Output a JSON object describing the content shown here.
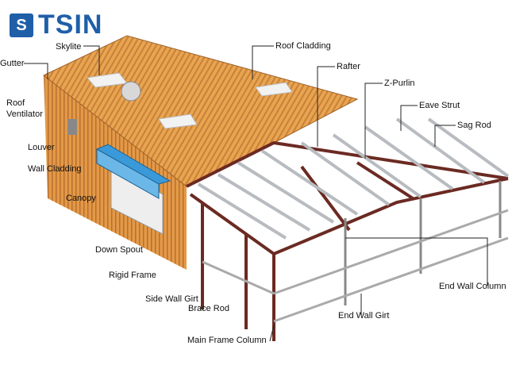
{
  "logo": {
    "text": "TSIN",
    "color": "#1f5fa8"
  },
  "colors": {
    "roof": "#e8a550",
    "frame": "#6b2a22",
    "purlin": "#b8bcc0",
    "canopy": "#3a9ad9"
  },
  "labels": {
    "skylite": "Skylite",
    "gutter": "Gutter",
    "roof_ventilator_1": "Roof",
    "roof_ventilator_2": "Ventilator",
    "louver": "Louver",
    "wall_cladding": "Wall Cladding",
    "canopy": "Canopy",
    "down_spout": "Down Spout",
    "rigid_frame": "Rigid Frame",
    "side_wall_girt": "Side Wall Girt",
    "brace_rod": "Brace Rod",
    "main_frame_column": "Main Frame Column",
    "roof_cladding": "Roof Cladding",
    "rafter": "Rafter",
    "z_purlin": "Z-Purlin",
    "eave_strut": "Eave Strut",
    "sag_rod": "Sag Rod",
    "end_wall_column": "End Wall Column",
    "end_wall_girt": "End Wall Girt"
  }
}
